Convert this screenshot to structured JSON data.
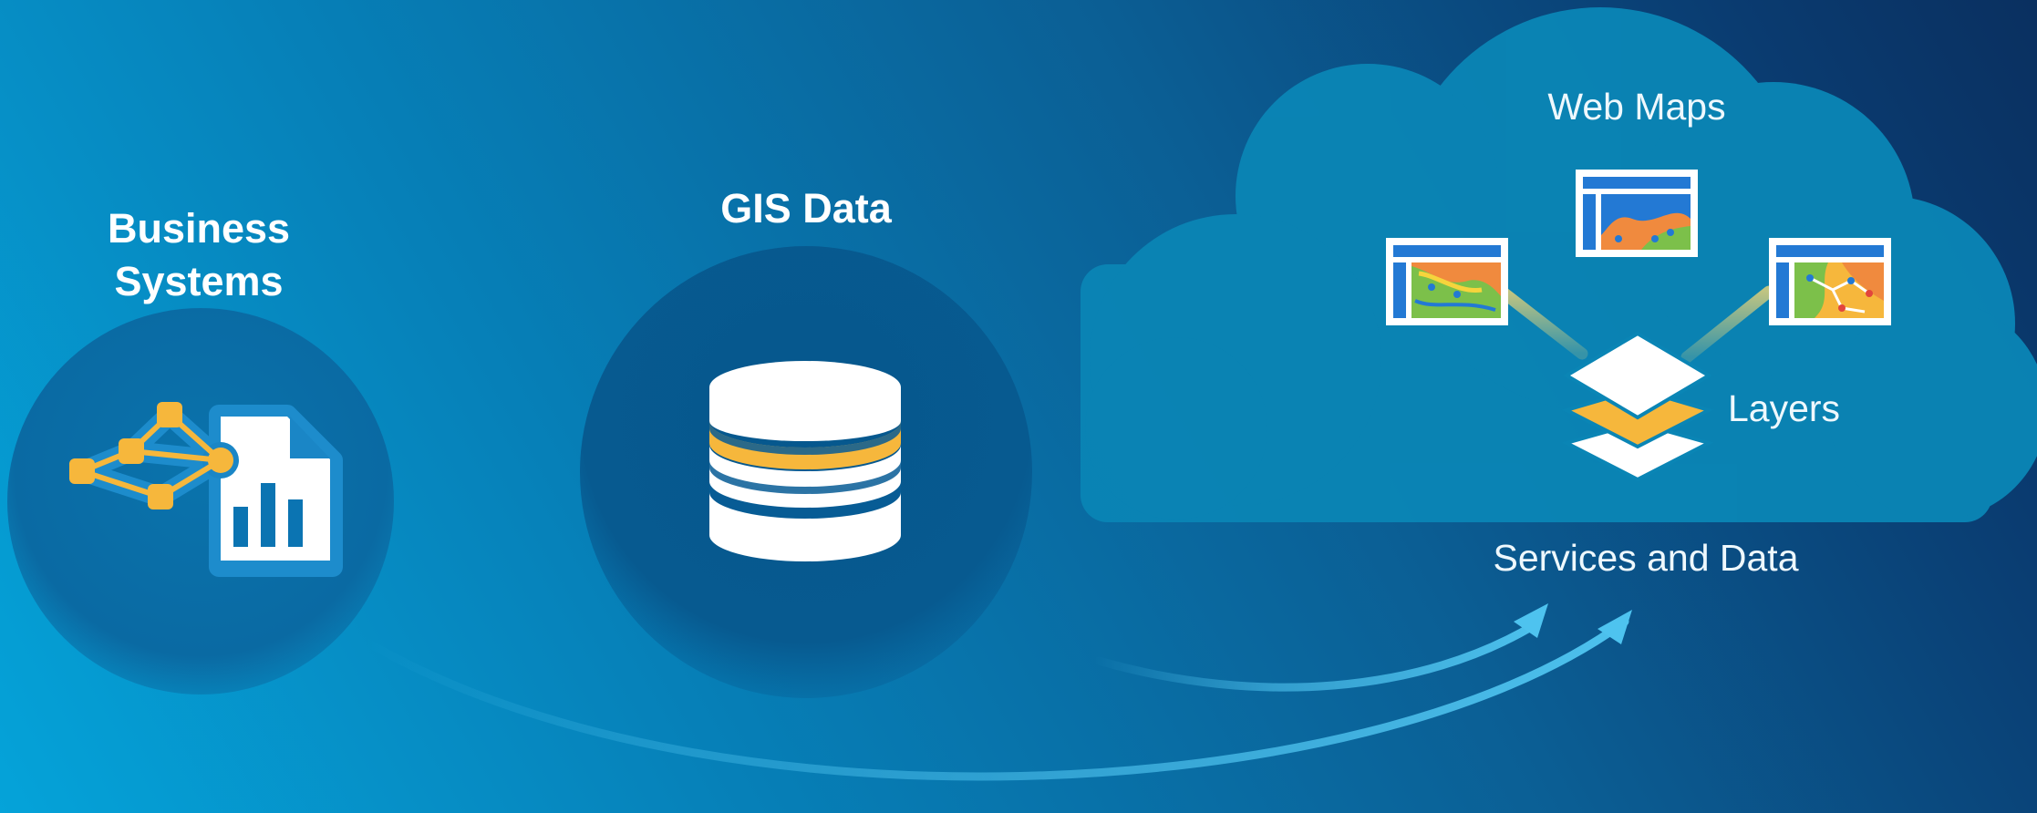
{
  "nodes": {
    "business_systems": {
      "title_line1": "Business",
      "title_line2": "Systems",
      "icon": "network-report-icon"
    },
    "gis_data": {
      "title": "GIS Data",
      "icon": "database-icon"
    },
    "cloud": {
      "top_label": "Web Maps",
      "layers_label": "Layers",
      "bottom_label": "Services and Data",
      "icons": [
        "web-map-icon",
        "web-map-icon",
        "web-map-icon",
        "layers-stack-icon"
      ]
    }
  },
  "colors": {
    "accent_yellow": "#f6b73c",
    "accent_orange": "#f08a3e",
    "map_blue": "#2379d4",
    "map_green": "#7cc04a",
    "arrow_blue": "#4ec3ef",
    "circle_dark": "#075c95"
  }
}
